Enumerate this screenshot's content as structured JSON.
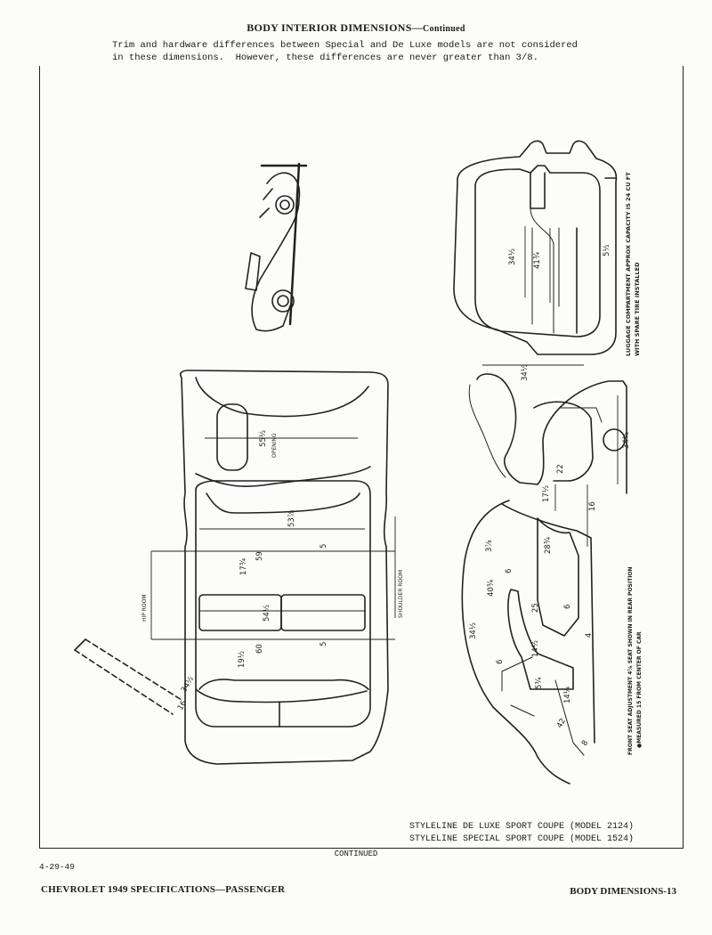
{
  "header": {
    "title": "BODY INTERIOR DIMENSIONS—",
    "title_suffix": "Continued",
    "note_line1": "Trim and hardware differences between Special and De Luxe models are not considered",
    "note_line2": "in these dimensions.  However, these differences are never greater than 3/8."
  },
  "drawing": {
    "trunk_note_1": "LUGGAGE COMPARTMENT APPROX CAPACITY IS 24 CU FT",
    "trunk_note_2": "WITH SPARE TIRE INSTALLED",
    "trunk_dims": [
      "34½",
      "41¾",
      "5½"
    ],
    "plan_labels": {
      "opening": "OPENING",
      "opening_dim": "55½",
      "hip_room": "HIP ROOM",
      "shoulder_room": "SHOULDER ROOM",
      "dims": [
        "53⅞",
        "59",
        "5",
        "17¾",
        "54½",
        "60",
        "5",
        "19½",
        "34½",
        "16"
      ]
    },
    "side_notes": {
      "line1": "FRONT SEAT ADJUSTMENT 4⅞ SEAT SHOWN IN REAR POSITION",
      "line2": "●MEASURED 15 FROM CENTER OF CAR"
    },
    "side_dims": [
      "34½",
      "34½",
      "22",
      "17½",
      "16",
      "3⅞",
      "6",
      "28¾",
      "40¾",
      "25",
      "4",
      "6",
      "34½",
      "6",
      "14½",
      "5¾",
      "14¼",
      "42",
      "8"
    ]
  },
  "models": {
    "line1": "STYLELINE DE LUXE SPORT COUPE (MODEL 2124)",
    "line2": "STYLELINE SPECIAL SPORT COUPE (MODEL 1524)"
  },
  "continued": "CONTINUED",
  "date": "4-29-49",
  "footer": {
    "left": "CHEVROLET 1949 SPECIFICATIONS—PASSENGER",
    "right": "BODY DIMENSIONS-13"
  }
}
